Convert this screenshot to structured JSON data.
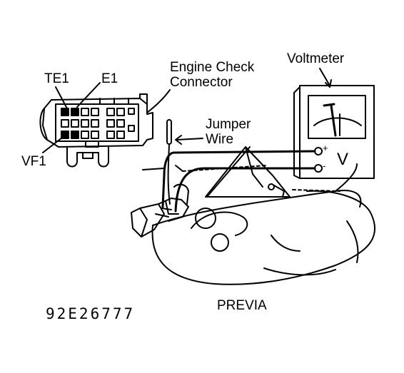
{
  "labels": {
    "engine_check_connector": [
      "Engine Check",
      "Connector"
    ],
    "voltmeter": "Voltmeter",
    "jumper_wire": [
      "Jumper",
      "Wire"
    ],
    "te1": "TE1",
    "e1": "E1",
    "vf1": "VF1",
    "previa": "PREVIA",
    "figure_code": "92E26777",
    "meter_plus": "+",
    "meter_minus": "-",
    "meter_v": "V"
  },
  "colors": {
    "ink": "#000000",
    "paper": "#ffffff"
  }
}
